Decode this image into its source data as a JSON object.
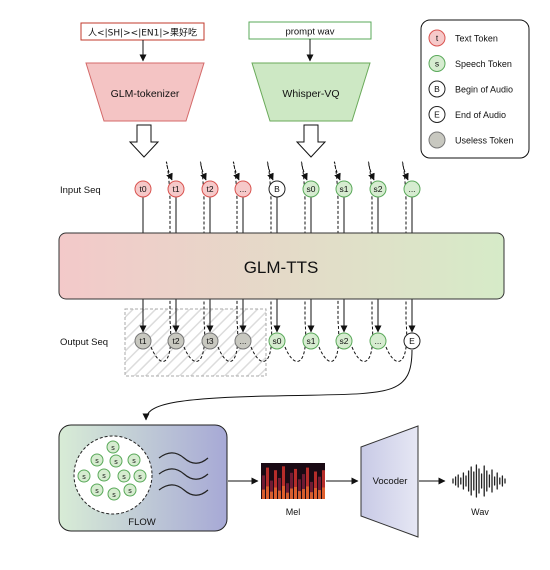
{
  "colors": {
    "text_fill": "#f6c9c9",
    "text_stroke": "#d9534f",
    "speech_fill": "#d6ecd0",
    "speech_stroke": "#5aa95a",
    "useless_fill": "#c8c8c0",
    "useless_stroke": "#777777",
    "tokenizer_fill": "#f4c4c4",
    "tokenizer_stroke": "#d46a6a",
    "whisper_fill": "#cde8c4",
    "whisper_stroke": "#6aaa5a",
    "tts_left": "#f3c9c9",
    "tts_right": "#d6ebc8",
    "flow_left": "#d8ecd6",
    "flow_right": "#a7a9d6"
  },
  "inputs": {
    "text_prompt": "人<|SH|><|EN1|>果好吃",
    "speech_prompt": "prompt wav"
  },
  "encoders": {
    "tokenizer": "GLM-tokenizer",
    "whisper": "Whisper-VQ"
  },
  "seq_labels": {
    "input": "Input Seq",
    "output": "Output Seq"
  },
  "tts_label": "GLM-TTS",
  "input_tokens": [
    {
      "label": "t0",
      "kind": "text"
    },
    {
      "label": "t1",
      "kind": "text"
    },
    {
      "label": "t2",
      "kind": "text"
    },
    {
      "label": "...",
      "kind": "text"
    },
    {
      "label": "B",
      "kind": "special"
    },
    {
      "label": "s0",
      "kind": "speech"
    },
    {
      "label": "s1",
      "kind": "speech"
    },
    {
      "label": "s2",
      "kind": "speech"
    },
    {
      "label": "...",
      "kind": "speech"
    }
  ],
  "output_tokens": [
    {
      "label": "t1",
      "kind": "useless"
    },
    {
      "label": "t2",
      "kind": "useless"
    },
    {
      "label": "t3",
      "kind": "useless"
    },
    {
      "label": "...",
      "kind": "useless"
    },
    {
      "label": "s0",
      "kind": "speech"
    },
    {
      "label": "s1",
      "kind": "speech"
    },
    {
      "label": "s2",
      "kind": "speech"
    },
    {
      "label": "...",
      "kind": "speech"
    },
    {
      "label": "E",
      "kind": "special"
    }
  ],
  "legend": [
    {
      "symbol": "t",
      "kind": "text",
      "label": "Text Token"
    },
    {
      "symbol": "s",
      "kind": "speech",
      "label": "Speech Token"
    },
    {
      "symbol": "B",
      "kind": "special",
      "label": "Begin of Audio"
    },
    {
      "symbol": "E",
      "kind": "special",
      "label": "End of Audio"
    },
    {
      "symbol": "",
      "kind": "useless",
      "label": "Useless Token"
    }
  ],
  "flow": {
    "label": "FLOW",
    "token_symbol": "s"
  },
  "mel_label": "Mel",
  "vocoder_label": "Vocoder",
  "wav_label": "Wav"
}
